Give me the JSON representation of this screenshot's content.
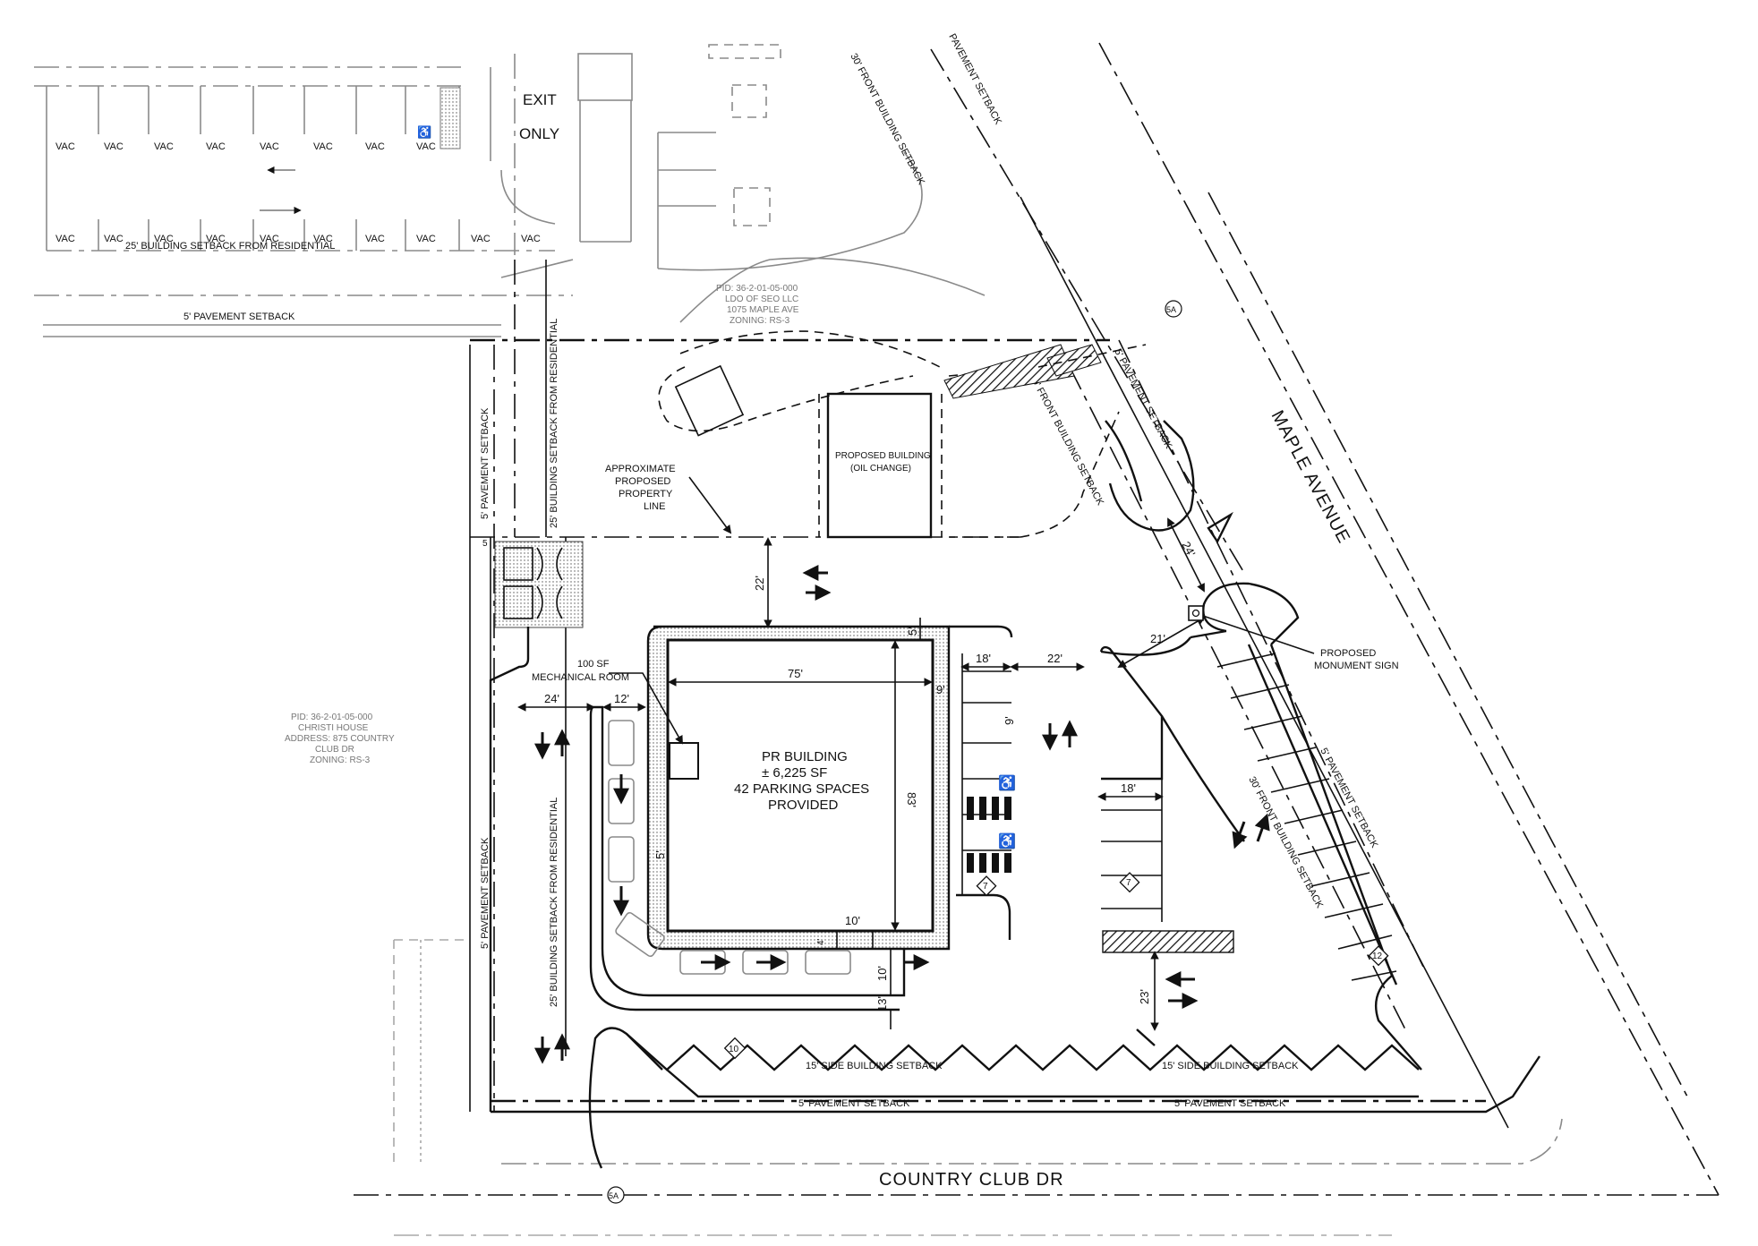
{
  "streets": {
    "south": "COUNTRY CLUB DR",
    "east": "MAPLE AVENUE"
  },
  "route_markers": {
    "south": "5A",
    "east": "5A"
  },
  "proposed_building": {
    "name": "PR BUILDING",
    "area": "± 6,225 SF",
    "parking": "42 PARKING SPACES",
    "parking2": "PROVIDED",
    "width_dim": "75'",
    "depth_dim": "83'"
  },
  "oil_change": {
    "line1": "PROPOSED BUILDING",
    "line2": "(OIL CHANGE)"
  },
  "mechanical_room": {
    "line1": "100 SF",
    "line2": "MECHANICAL ROOM"
  },
  "monument_sign": {
    "line1": "PROPOSED",
    "line2": "MONUMENT SIGN"
  },
  "property_line": {
    "l1": "APPROXIMATE",
    "l2": "PROPOSED",
    "l3": "PROPERTY",
    "l4": "LINE"
  },
  "exit": {
    "l1": "EXIT",
    "l2": "ONLY"
  },
  "vac_label": "VAC",
  "vac_row_top": [
    "VAC",
    "VAC",
    "VAC",
    "VAC",
    "VAC",
    "VAC",
    "VAC",
    "VAC"
  ],
  "vac_row_bottom": [
    "VAC",
    "VAC",
    "VAC",
    "VAC",
    "VAC",
    "VAC",
    "VAC",
    "VAC",
    "VAC",
    "VAC"
  ],
  "setbacks": {
    "res25_top": "25' BUILDING SETBACK FROM RESIDENTIAL",
    "pave5_top": "5' PAVEMENT SETBACK",
    "res25_vertical_upper": "25' BUILDING SETBACK FROM RESIDENTIAL",
    "res25_vertical_lower": "25' BUILDING SETBACK FROM RESIDENTIAL",
    "pave_vertical_upper": "5' PAVEMENT SETBACK",
    "pave_vertical_lower": "5' PAVEMENT SETBACK",
    "front30_top": "30' FRONT BUILDING SETBACK",
    "front30_mid": "30' FRONT BUILDING SETBACK",
    "front30_low": "30' FRONT BUILDING SETBACK",
    "pave_east_upper": "5' PAVEMENT SETBACK",
    "pave_east_low": "5' PAVEMENT SETBACK",
    "pave_east_top": "PAVEMENT SETBACK",
    "side15_left": "15' SIDE BUILDING SETBACK",
    "side15_right": "15' SIDE BUILDING SETBACK",
    "pave5_left": "5' PAVEMENT SETBACK",
    "pave5_right": "5' PAVEMENT SETBACK"
  },
  "parcel_west": {
    "l1": "PID: 36-2-01-05-000",
    "l2": "CHRISTI HOUSE",
    "l3": "ADDRESS: 875 COUNTRY",
    "l4": "CLUB DR",
    "l5": "ZONING: RS-3"
  },
  "parcel_north": {
    "l1": "PID: 36-2-01-05-000",
    "l2": "LDO OF SEO LLC",
    "l3": "1075 MAPLE AVE",
    "l4": "ZONING: RS-3"
  },
  "dimensions": {
    "d22_north": "22'",
    "d5_top": "5'",
    "d18_upper": "18'",
    "d22_aisle": "22'",
    "d21": "21'",
    "d24_east": "24'",
    "d9": "9'",
    "d9b": "9'",
    "d18_lower": "18'",
    "d24_west": "24'",
    "d12": "12'",
    "d5_west": "5'",
    "d10_a": "10'",
    "d4": "4'",
    "d10_b": "10'",
    "d13": "13'",
    "d23": "23'",
    "d5_small": "5"
  },
  "space_counts": {
    "c7a": "7",
    "c7b": "7",
    "c10": "10",
    "c12": "12"
  }
}
